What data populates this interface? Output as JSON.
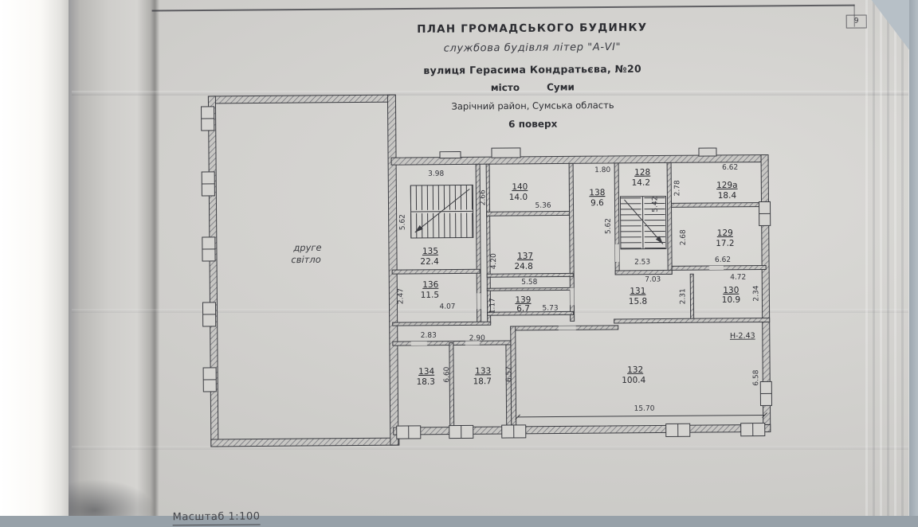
{
  "page": {
    "sheet_number": "9",
    "scale_note": "Масштаб  1:100"
  },
  "title_block": {
    "title": "ПЛАН  ГРОМАДСЬКОГО  БУДИНКУ",
    "subtitle": "службова будівля літер \"А-VI\"",
    "address": "вулиця  Герасима Кондратьєва, №20",
    "city_label": "місто",
    "city_value": "Суми",
    "district": "Зарічний район, Сумська область",
    "floor": "6 поверх"
  },
  "plan": {
    "void_label_line1": "друге",
    "void_label_line2": "світло",
    "height_mark": "Н-2.43",
    "rooms": {
      "r128": {
        "number": "128",
        "area": "14.2"
      },
      "r129a": {
        "number": "129а",
        "area": "18.4"
      },
      "r129": {
        "number": "129",
        "area": "17.2"
      },
      "r130": {
        "number": "130",
        "area": "10.9"
      },
      "r131": {
        "number": "131",
        "area": "15.8"
      },
      "r132": {
        "number": "132",
        "area": "100.4"
      },
      "r133": {
        "number": "133",
        "area": "18.7"
      },
      "r134": {
        "number": "134",
        "area": "18.3"
      },
      "r135": {
        "number": "135",
        "area": "22.4"
      },
      "r136": {
        "number": "136",
        "area": "11.5"
      },
      "r137": {
        "number": "137",
        "area": "24.8"
      },
      "r138": {
        "number": "138",
        "area": "9.6"
      },
      "r139": {
        "number": "139",
        "area": "6.7"
      },
      "r140": {
        "number": "140",
        "area": "14.0"
      }
    },
    "dimensions": {
      "w398": "3.98",
      "h266": "2.66",
      "w536": "5.36",
      "w180": "1.80",
      "w662_top": "6.62",
      "h278": "2.78",
      "h562_left": "5.62",
      "h562_stair": "5.62",
      "h542": "5.42",
      "h268": "2.68",
      "w662_bottom": "6.62",
      "h420": "4.20",
      "w253": "2.53",
      "w703": "7.03",
      "w558": "5.58",
      "h247": "2.47",
      "w407": "4.07",
      "h117": "1.17",
      "w573": "5.73",
      "h231": "2.31",
      "w472": "4.72",
      "h234": "2.34",
      "w283": "2.83",
      "w290": "2.90",
      "h660": "6.60",
      "h657": "6.57",
      "w1570": "15.70",
      "h658": "6.58"
    }
  }
}
